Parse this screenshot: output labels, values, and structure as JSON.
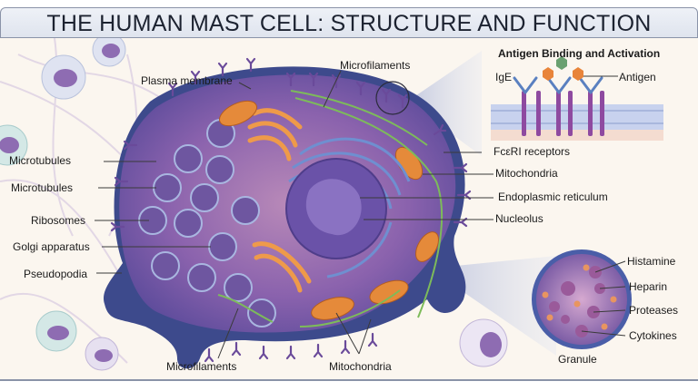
{
  "title": "THE HUMAN MAST CELL: STRUCTURE AND FUNCTION",
  "colors": {
    "cytoplasm": "#7b5aa6",
    "membrane": "#3d4a8c",
    "mitochondria": "#e58a3a",
    "golgi": "#f0a050",
    "nucleus": "#6a52a8",
    "microfilament": "#7dbb5a",
    "background": "#fbf6ef"
  },
  "labels_left": [
    "Microtubules",
    "Microtubules",
    "Ribosomes",
    "Golgi apparatus",
    "Pseudopodia"
  ],
  "labels_top": {
    "plasma_membrane": "Plasma membrane",
    "microfilaments": "Microfilaments"
  },
  "labels_right": [
    "FcεRI receptors",
    "Mitochondria",
    "Endoplasmic reticulum",
    "Nucleolus"
  ],
  "labels_bottom": {
    "microfilaments": "Microfilaments",
    "mitochondria": "Mitochondria"
  },
  "inset_antigen": {
    "title": "Antigen Binding and Activation",
    "ige": "IgE",
    "antigen": "Antigen"
  },
  "inset_granule": {
    "caption": "Granule",
    "contents": [
      "Histamine",
      "Heparin",
      "Proteases",
      "Cytokines"
    ]
  }
}
